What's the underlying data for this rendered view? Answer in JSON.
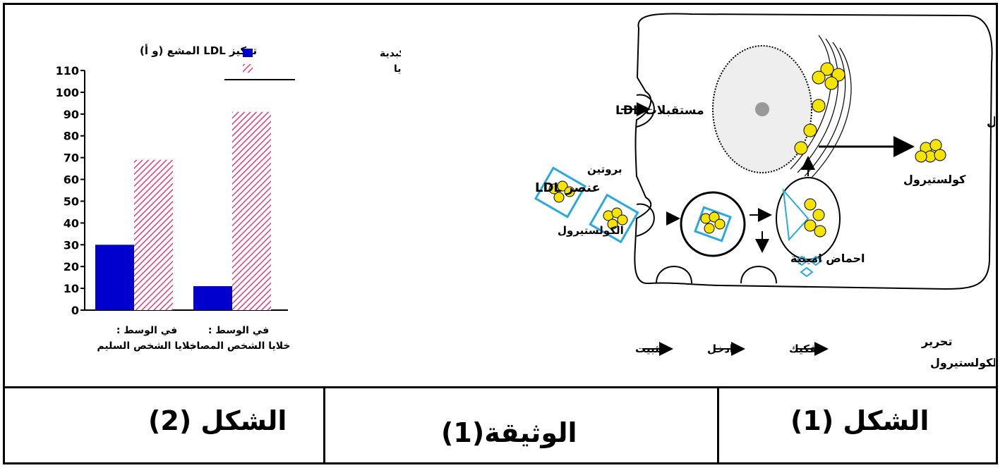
{
  "figure2": {
    "legend": {
      "inside": "داخل الخلايا الكبدية",
      "outside": "في الوسط خارج الخلايا"
    },
    "chart_data": {
      "type": "bar",
      "ylabel": "تركيز LDL المشع (و أ)",
      "ylim": [
        0,
        110
      ],
      "yticks": [
        "0",
        "10",
        "20",
        "30",
        "40",
        "50",
        "60",
        "70",
        "80",
        "90",
        "100",
        "110"
      ],
      "categories": [
        "في الوسط : خلايا الشخص السليم",
        "في الوسط : خلايا الشخص المصاب"
      ],
      "category_lines": [
        [
          "في الوسط :",
          "خلايا الشخص السليم"
        ],
        [
          "في الوسط :",
          "خلايا الشخص المصاب"
        ]
      ],
      "series": [
        {
          "name": "داخل الخلايا الكبدية",
          "values": [
            30,
            11
          ],
          "color": "#0000cc"
        },
        {
          "name": "في الوسط خارج الخلايا",
          "values": [
            69,
            91
          ],
          "color": "#e0407a"
        }
      ]
    }
  },
  "figure1": {
    "labels": {
      "ldl_receptors": "مستقبلات LDL",
      "protein": "بروتين",
      "ldl_element": "عنصر LDL",
      "cholesterol_left": "الكولستيرول",
      "cholesterol_mid": "كولستيرول",
      "cholesterol_right": "كولستيرول",
      "amino_acids": "احماض امينية"
    },
    "steps": [
      "تثبيت",
      "ادخل",
      "تفكيك",
      "تحرير",
      "الكولستيرول"
    ]
  },
  "footer": {
    "figure2_title": "الشكل (2)",
    "document_title": "الوثيقة(1)",
    "figure1_title": "الشكل (1)"
  },
  "colors": {
    "bar_blue": "#0000cc",
    "bar_pink": "#e0407a",
    "cholesterol": "#f5e400",
    "vesicle": "#29a9e0"
  }
}
